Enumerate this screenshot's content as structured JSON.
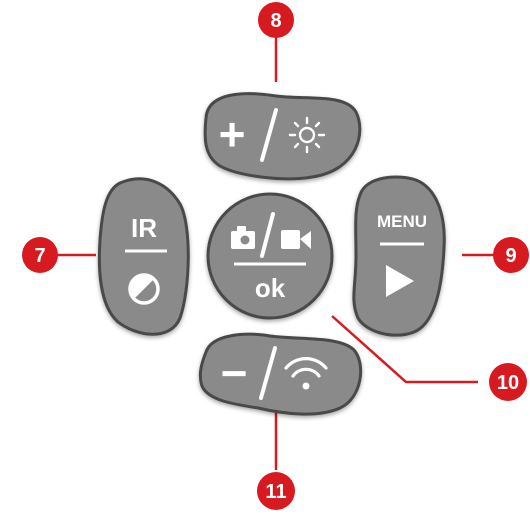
{
  "colors": {
    "button_fill": "#8a8a8a",
    "button_outline": "#4a4a4a",
    "button_shadow": "#9a9a9a",
    "callout": "#d71920",
    "icon": "#ffffff"
  },
  "buttons": {
    "top": {
      "symbol": "+",
      "icon": "sun-brightness-icon"
    },
    "left": {
      "label": "IR",
      "icon": "contrast-circle-icon"
    },
    "center": {
      "icon_left": "camera-icon",
      "icon_right": "video-camera-icon",
      "label": "ok"
    },
    "right": {
      "label": "MENU",
      "icon": "play-triangle-icon"
    },
    "bottom": {
      "symbol": "−",
      "icon": "wifi-icon"
    }
  },
  "callouts": {
    "top": "8",
    "left": "7",
    "right": "9",
    "center": "10",
    "bottom": "11"
  }
}
